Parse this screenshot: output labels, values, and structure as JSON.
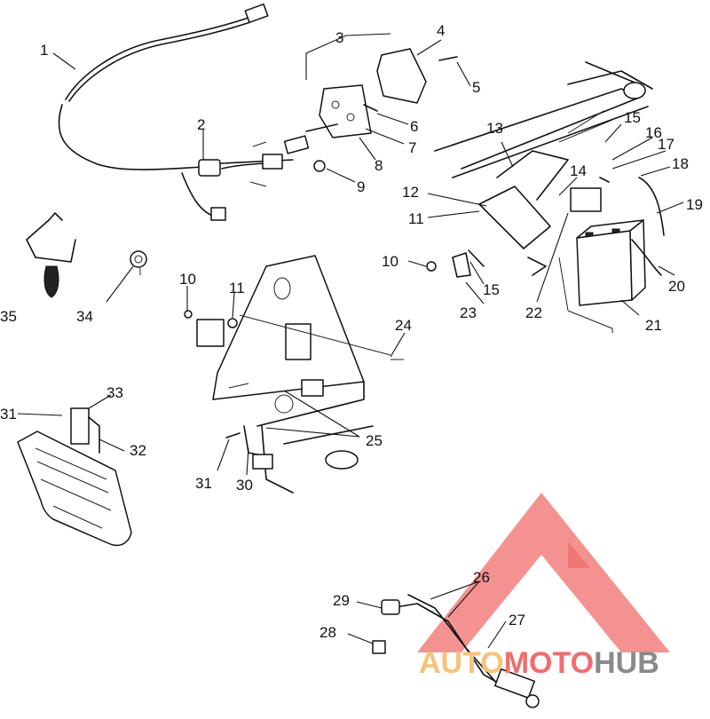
{
  "callouts": [
    {
      "id": "c1",
      "text": "1"
    },
    {
      "id": "c2",
      "text": "2"
    },
    {
      "id": "c3",
      "text": "3"
    },
    {
      "id": "c4",
      "text": "4"
    },
    {
      "id": "c5",
      "text": "5"
    },
    {
      "id": "c6",
      "text": "6"
    },
    {
      "id": "c7",
      "text": "7"
    },
    {
      "id": "c8",
      "text": "8"
    },
    {
      "id": "c9",
      "text": "9"
    },
    {
      "id": "c10a",
      "text": "10"
    },
    {
      "id": "c10b",
      "text": "10"
    },
    {
      "id": "c11a",
      "text": "11"
    },
    {
      "id": "c11b",
      "text": "11"
    },
    {
      "id": "c12",
      "text": "12"
    },
    {
      "id": "c13",
      "text": "13"
    },
    {
      "id": "c14",
      "text": "14"
    },
    {
      "id": "c15a",
      "text": "15"
    },
    {
      "id": "c15b",
      "text": "15"
    },
    {
      "id": "c16",
      "text": "16"
    },
    {
      "id": "c17",
      "text": "17"
    },
    {
      "id": "c18",
      "text": "18"
    },
    {
      "id": "c19",
      "text": "19"
    },
    {
      "id": "c20",
      "text": "20"
    },
    {
      "id": "c21",
      "text": "21"
    },
    {
      "id": "c22",
      "text": "22"
    },
    {
      "id": "c23",
      "text": "23"
    },
    {
      "id": "c24",
      "text": "24"
    },
    {
      "id": "c25",
      "text": "25"
    },
    {
      "id": "c26",
      "text": "26"
    },
    {
      "id": "c27",
      "text": "27"
    },
    {
      "id": "c28",
      "text": "28"
    },
    {
      "id": "c29",
      "text": "29"
    },
    {
      "id": "c30",
      "text": "30"
    },
    {
      "id": "c31a",
      "text": "31"
    },
    {
      "id": "c31b",
      "text": "31"
    },
    {
      "id": "c32",
      "text": "32"
    },
    {
      "id": "c33",
      "text": "33"
    },
    {
      "id": "c34",
      "text": "34"
    },
    {
      "id": "c35",
      "text": "35"
    }
  ],
  "watermark": {
    "part1": "AUTO",
    "part2": "MOTO",
    "part3": "HUB",
    "color_auto": "#f7c27a",
    "color_moto": "#f06d6d",
    "color_hub": "#8a8a8a"
  }
}
